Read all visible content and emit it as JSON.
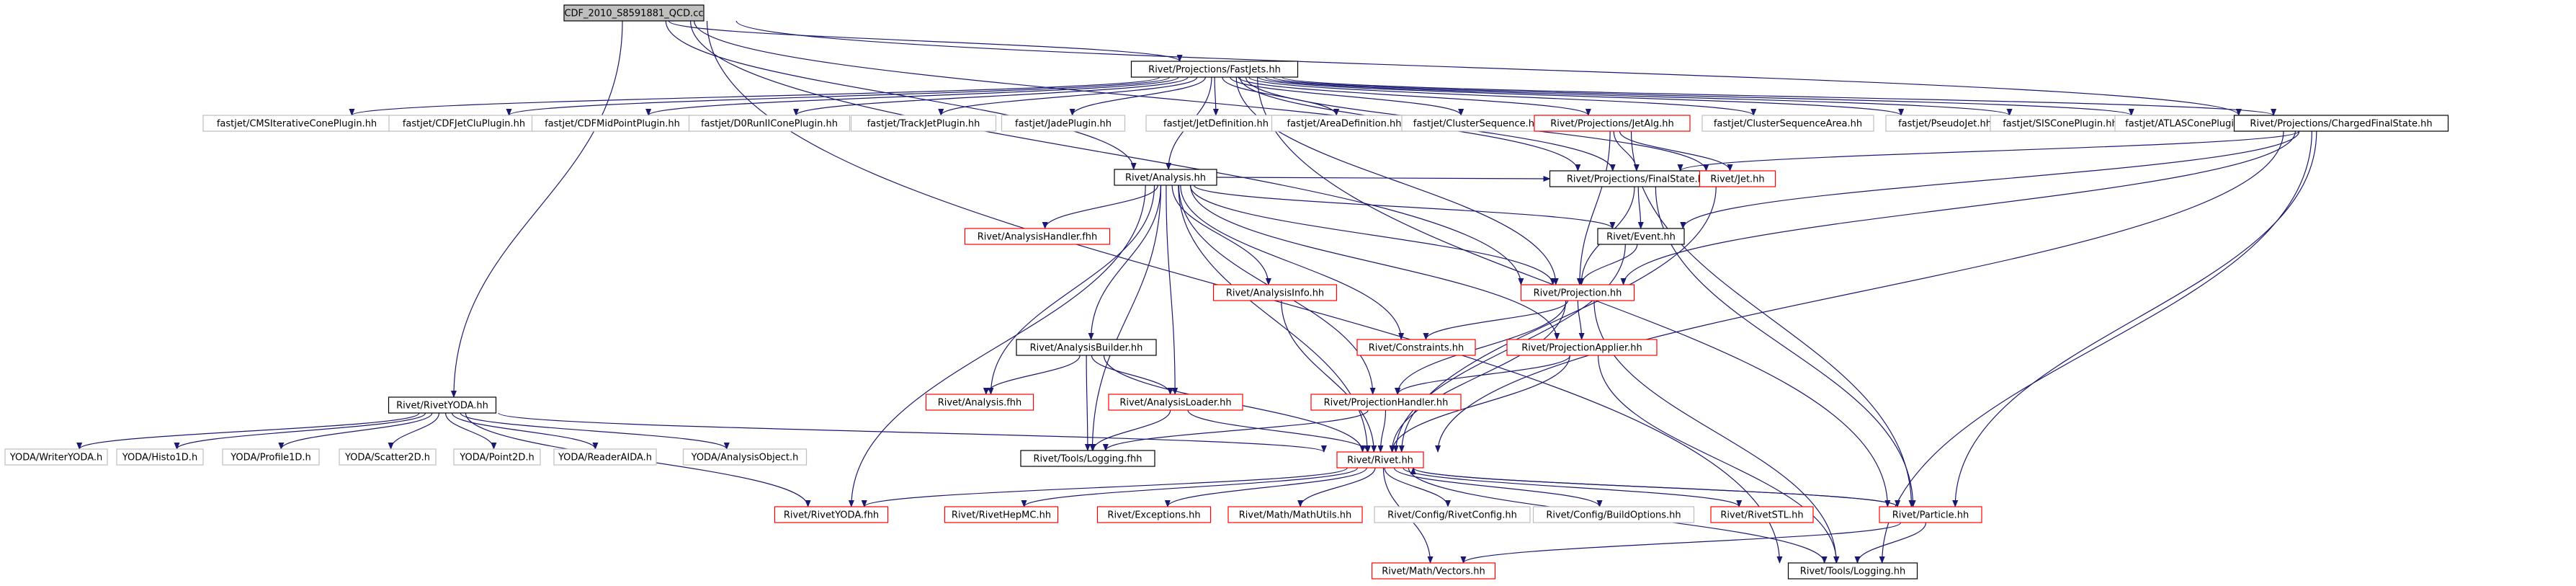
{
  "graph": {
    "colors": {
      "edge": "#191970",
      "border_black": "#000000",
      "border_red": "#ff0000",
      "border_gray": "#bfbfbf",
      "root_fill": "#bfbfbf",
      "fill": "#ffffff"
    },
    "nodes": [
      {
        "id": "root",
        "label": "CDF_2010_S8591881_QCD.cc",
        "style": "root"
      },
      {
        "id": "fastjets",
        "label": "Rivet/Projections/FastJets.hh",
        "style": "black"
      },
      {
        "id": "cms",
        "label": "fastjet/CMSIterativeConePlugin.hh",
        "style": "gray"
      },
      {
        "id": "cdfjc",
        "label": "fastjet/CDFJetCluPlugin.hh",
        "style": "gray"
      },
      {
        "id": "cdfmp",
        "label": "fastjet/CDFMidPointPlugin.hh",
        "style": "gray"
      },
      {
        "id": "d0",
        "label": "fastjet/D0RunIIConePlugin.hh",
        "style": "gray"
      },
      {
        "id": "track",
        "label": "fastjet/TrackJetPlugin.hh",
        "style": "gray"
      },
      {
        "id": "jade",
        "label": "fastjet/JadePlugin.hh",
        "style": "gray"
      },
      {
        "id": "jetdef",
        "label": "fastjet/JetDefinition.hh",
        "style": "gray"
      },
      {
        "id": "areadef",
        "label": "fastjet/AreaDefinition.hh",
        "style": "gray"
      },
      {
        "id": "clseq",
        "label": "fastjet/ClusterSequence.hh",
        "style": "gray"
      },
      {
        "id": "jetalg",
        "label": "Rivet/Projections/JetAlg.hh",
        "style": "red"
      },
      {
        "id": "clseqarea",
        "label": "fastjet/ClusterSequenceArea.hh",
        "style": "gray"
      },
      {
        "id": "pseudo",
        "label": "fastjet/PseudoJet.hh",
        "style": "gray"
      },
      {
        "id": "siscone",
        "label": "fastjet/SISConePlugin.hh",
        "style": "gray"
      },
      {
        "id": "atlas",
        "label": "fastjet/ATLASConePlugin.hh",
        "style": "gray"
      },
      {
        "id": "chfs",
        "label": "Rivet/Projections/ChargedFinalState.hh",
        "style": "black"
      },
      {
        "id": "analysis",
        "label": "Rivet/Analysis.hh",
        "style": "black"
      },
      {
        "id": "finalstate",
        "label": "Rivet/Projections/FinalState.hh",
        "style": "black"
      },
      {
        "id": "jet",
        "label": "Rivet/Jet.hh",
        "style": "red"
      },
      {
        "id": "ahfhh",
        "label": "Rivet/AnalysisHandler.fhh",
        "style": "red"
      },
      {
        "id": "event",
        "label": "Rivet/Event.hh",
        "style": "black"
      },
      {
        "id": "projection",
        "label": "Rivet/Projection.hh",
        "style": "red"
      },
      {
        "id": "ainfo",
        "label": "Rivet/AnalysisInfo.hh",
        "style": "red"
      },
      {
        "id": "constraints",
        "label": "Rivet/Constraints.hh",
        "style": "red"
      },
      {
        "id": "papplier",
        "label": "Rivet/ProjectionApplier.hh",
        "style": "red"
      },
      {
        "id": "abuilder",
        "label": "Rivet/AnalysisBuilder.hh",
        "style": "black"
      },
      {
        "id": "afhh",
        "label": "Rivet/Analysis.fhh",
        "style": "red"
      },
      {
        "id": "aloader",
        "label": "Rivet/AnalysisLoader.hh",
        "style": "red"
      },
      {
        "id": "phandler",
        "label": "Rivet/ProjectionHandler.hh",
        "style": "red"
      },
      {
        "id": "rivetyoda",
        "label": "Rivet/RivetYODA.hh",
        "style": "black"
      },
      {
        "id": "writer",
        "label": "YODA/WriterYODA.h",
        "style": "gray"
      },
      {
        "id": "histo",
        "label": "YODA/Histo1D.h",
        "style": "gray"
      },
      {
        "id": "profile",
        "label": "YODA/Profile1D.h",
        "style": "gray"
      },
      {
        "id": "scatter",
        "label": "YODA/Scatter2D.h",
        "style": "gray"
      },
      {
        "id": "point",
        "label": "YODA/Point2D.h",
        "style": "gray"
      },
      {
        "id": "reader",
        "label": "YODA/ReaderAIDA.h",
        "style": "gray"
      },
      {
        "id": "aobj",
        "label": "YODA/AnalysisObject.h",
        "style": "gray"
      },
      {
        "id": "logfhh",
        "label": "Rivet/Tools/Logging.fhh",
        "style": "black"
      },
      {
        "id": "rivethh",
        "label": "Rivet/Rivet.hh",
        "style": "red"
      },
      {
        "id": "ryfhh",
        "label": "Rivet/RivetYODA.fhh",
        "style": "red"
      },
      {
        "id": "hepmc",
        "label": "Rivet/RivetHepMC.hh",
        "style": "red"
      },
      {
        "id": "exceptions",
        "label": "Rivet/Exceptions.hh",
        "style": "red"
      },
      {
        "id": "mathutils",
        "label": "Rivet/Math/MathUtils.hh",
        "style": "red"
      },
      {
        "id": "config",
        "label": "Rivet/Config/RivetConfig.hh",
        "style": "gray"
      },
      {
        "id": "buildopts",
        "label": "Rivet/Config/BuildOptions.hh",
        "style": "gray"
      },
      {
        "id": "rivetstl",
        "label": "Rivet/RivetSTL.hh",
        "style": "red"
      },
      {
        "id": "particle",
        "label": "Rivet/Particle.hh",
        "style": "red"
      },
      {
        "id": "vectors",
        "label": "Rivet/Math/Vectors.hh",
        "style": "red"
      },
      {
        "id": "logging",
        "label": "Rivet/Tools/Logging.hh",
        "style": "black"
      }
    ],
    "edges": [
      [
        "root",
        "fastjets"
      ],
      [
        "root",
        "rivetyoda"
      ],
      [
        "root",
        "analysis"
      ],
      [
        "root",
        "finalstate"
      ],
      [
        "root",
        "chfs"
      ],
      [
        "root",
        "logging"
      ],
      [
        "root",
        "projection"
      ],
      [
        "fastjets",
        "cms"
      ],
      [
        "fastjets",
        "cdfjc"
      ],
      [
        "fastjets",
        "cdfmp"
      ],
      [
        "fastjets",
        "d0"
      ],
      [
        "fastjets",
        "track"
      ],
      [
        "fastjets",
        "jade"
      ],
      [
        "fastjets",
        "jetdef"
      ],
      [
        "fastjets",
        "areadef"
      ],
      [
        "fastjets",
        "clseq"
      ],
      [
        "fastjets",
        "jetalg"
      ],
      [
        "fastjets",
        "clseqarea"
      ],
      [
        "fastjets",
        "pseudo"
      ],
      [
        "fastjets",
        "siscone"
      ],
      [
        "fastjets",
        "atlas"
      ],
      [
        "fastjets",
        "chfs"
      ],
      [
        "fastjets",
        "finalstate"
      ],
      [
        "fastjets",
        "jet"
      ],
      [
        "fastjets",
        "particle"
      ],
      [
        "fastjets",
        "projection"
      ],
      [
        "fastjets",
        "analysis"
      ],
      [
        "jetalg",
        "finalstate"
      ],
      [
        "jetalg",
        "jet"
      ],
      [
        "jetalg",
        "projection"
      ],
      [
        "jetalg",
        "particle"
      ],
      [
        "chfs",
        "finalstate"
      ],
      [
        "chfs",
        "event"
      ],
      [
        "chfs",
        "projection"
      ],
      [
        "chfs",
        "rivethh"
      ],
      [
        "chfs",
        "particle"
      ],
      [
        "chfs",
        "logging"
      ],
      [
        "finalstate",
        "event"
      ],
      [
        "finalstate",
        "projection"
      ],
      [
        "finalstate",
        "particle"
      ],
      [
        "jet",
        "rivethh"
      ],
      [
        "analysis",
        "finalstate"
      ],
      [
        "analysis",
        "ahfhh"
      ],
      [
        "analysis",
        "event"
      ],
      [
        "analysis",
        "projection"
      ],
      [
        "analysis",
        "ainfo"
      ],
      [
        "analysis",
        "constraints"
      ],
      [
        "analysis",
        "papplier"
      ],
      [
        "analysis",
        "abuilder"
      ],
      [
        "analysis",
        "afhh"
      ],
      [
        "analysis",
        "aloader"
      ],
      [
        "analysis",
        "phandler"
      ],
      [
        "analysis",
        "rivethh"
      ],
      [
        "analysis",
        "ryfhh"
      ],
      [
        "analysis",
        "logfhh"
      ],
      [
        "event",
        "projection"
      ],
      [
        "event",
        "rivethh"
      ],
      [
        "projection",
        "constraints"
      ],
      [
        "projection",
        "papplier"
      ],
      [
        "projection",
        "phandler"
      ],
      [
        "projection",
        "rivethh"
      ],
      [
        "projection",
        "logging"
      ],
      [
        "ainfo",
        "rivethh"
      ],
      [
        "papplier",
        "phandler"
      ],
      [
        "papplier",
        "rivethh"
      ],
      [
        "papplier",
        "logging"
      ],
      [
        "abuilder",
        "afhh"
      ],
      [
        "abuilder",
        "aloader"
      ],
      [
        "abuilder",
        "logfhh"
      ],
      [
        "abuilder",
        "rivethh"
      ],
      [
        "aloader",
        "logfhh"
      ],
      [
        "aloader",
        "rivethh"
      ],
      [
        "phandler",
        "logfhh"
      ],
      [
        "phandler",
        "rivethh"
      ],
      [
        "rivetyoda",
        "writer"
      ],
      [
        "rivetyoda",
        "histo"
      ],
      [
        "rivetyoda",
        "profile"
      ],
      [
        "rivetyoda",
        "scatter"
      ],
      [
        "rivetyoda",
        "point"
      ],
      [
        "rivetyoda",
        "reader"
      ],
      [
        "rivetyoda",
        "aobj"
      ],
      [
        "rivetyoda",
        "ryfhh"
      ],
      [
        "rivetyoda",
        "rivethh"
      ],
      [
        "rivethh",
        "ryfhh"
      ],
      [
        "rivethh",
        "hepmc"
      ],
      [
        "rivethh",
        "exceptions"
      ],
      [
        "rivethh",
        "mathutils"
      ],
      [
        "rivethh",
        "config"
      ],
      [
        "rivethh",
        "buildopts"
      ],
      [
        "rivethh",
        "rivetstl"
      ],
      [
        "rivethh",
        "particle"
      ],
      [
        "rivethh",
        "vectors"
      ],
      [
        "rivethh",
        "logging"
      ],
      [
        "particle",
        "rivethh"
      ],
      [
        "particle",
        "vectors"
      ],
      [
        "particle",
        "logging"
      ]
    ]
  }
}
